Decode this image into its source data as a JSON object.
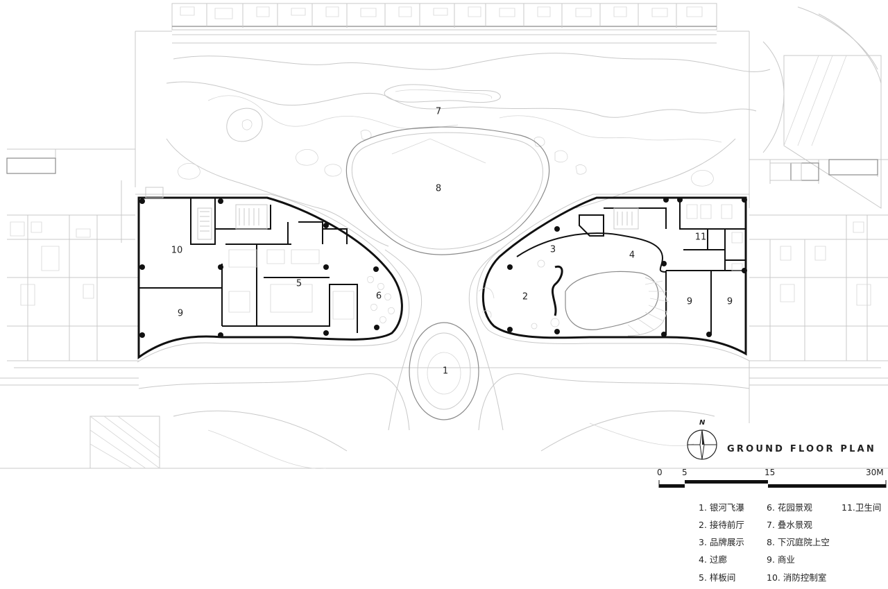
{
  "title": "GROUND FLOOR PLAN",
  "north_label": "N",
  "scale_bar": {
    "ticks": [
      "0",
      "5",
      "15",
      "30M"
    ]
  },
  "rooms": [
    {
      "num": "1"
    },
    {
      "num": "2"
    },
    {
      "num": "3"
    },
    {
      "num": "4"
    },
    {
      "num": "5"
    },
    {
      "num": "6"
    },
    {
      "num": "7"
    },
    {
      "num": "8"
    },
    {
      "num": "9"
    },
    {
      "num": "9"
    },
    {
      "num": "9"
    },
    {
      "num": "10"
    },
    {
      "num": "11"
    }
  ],
  "legend": [
    "1. 银河飞瀑",
    "2. 接待前厅",
    "3. 品牌展示",
    "4. 过廊",
    "5. 样板间",
    "6. 花园景观",
    "7. 叠水景观",
    "8. 下沉庭院上空",
    "9. 商业",
    "10. 消防控制室",
    "11.卫生间"
  ],
  "colors": {
    "walls": "#111111",
    "linework": "#c8c8c8",
    "background": "#ffffff"
  }
}
